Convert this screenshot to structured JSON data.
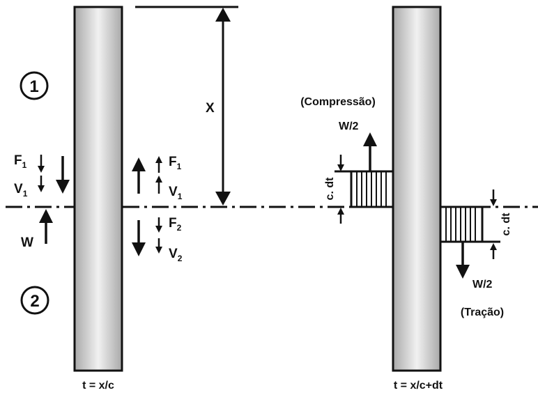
{
  "left_panel": {
    "region_1": "1",
    "region_2": "2",
    "force_left": {
      "F": "F",
      "sub": "1"
    },
    "velocity_left": {
      "V": "V",
      "sub": "1"
    },
    "force_right_up": {
      "F": "F",
      "sub": "1"
    },
    "velocity_right_up": {
      "V": "V",
      "sub": "1"
    },
    "force_right_down": {
      "F": "F",
      "sub": "2"
    },
    "velocity_right_down": {
      "V": "V",
      "sub": "2"
    },
    "wave": "W",
    "distance": "X",
    "time_caption": "t = x/c"
  },
  "right_panel": {
    "compression_label": "(Compressão)",
    "traction_label": "(Tração)",
    "wave_up": "W/2",
    "wave_down": "W/2",
    "width_left": "c. dt",
    "width_right": "c. dt",
    "time_caption": "t = x/c+dt"
  },
  "colors": {
    "line": "#111111",
    "bar_edge": "#9a9a9a",
    "bar_mid": "#ececec"
  }
}
